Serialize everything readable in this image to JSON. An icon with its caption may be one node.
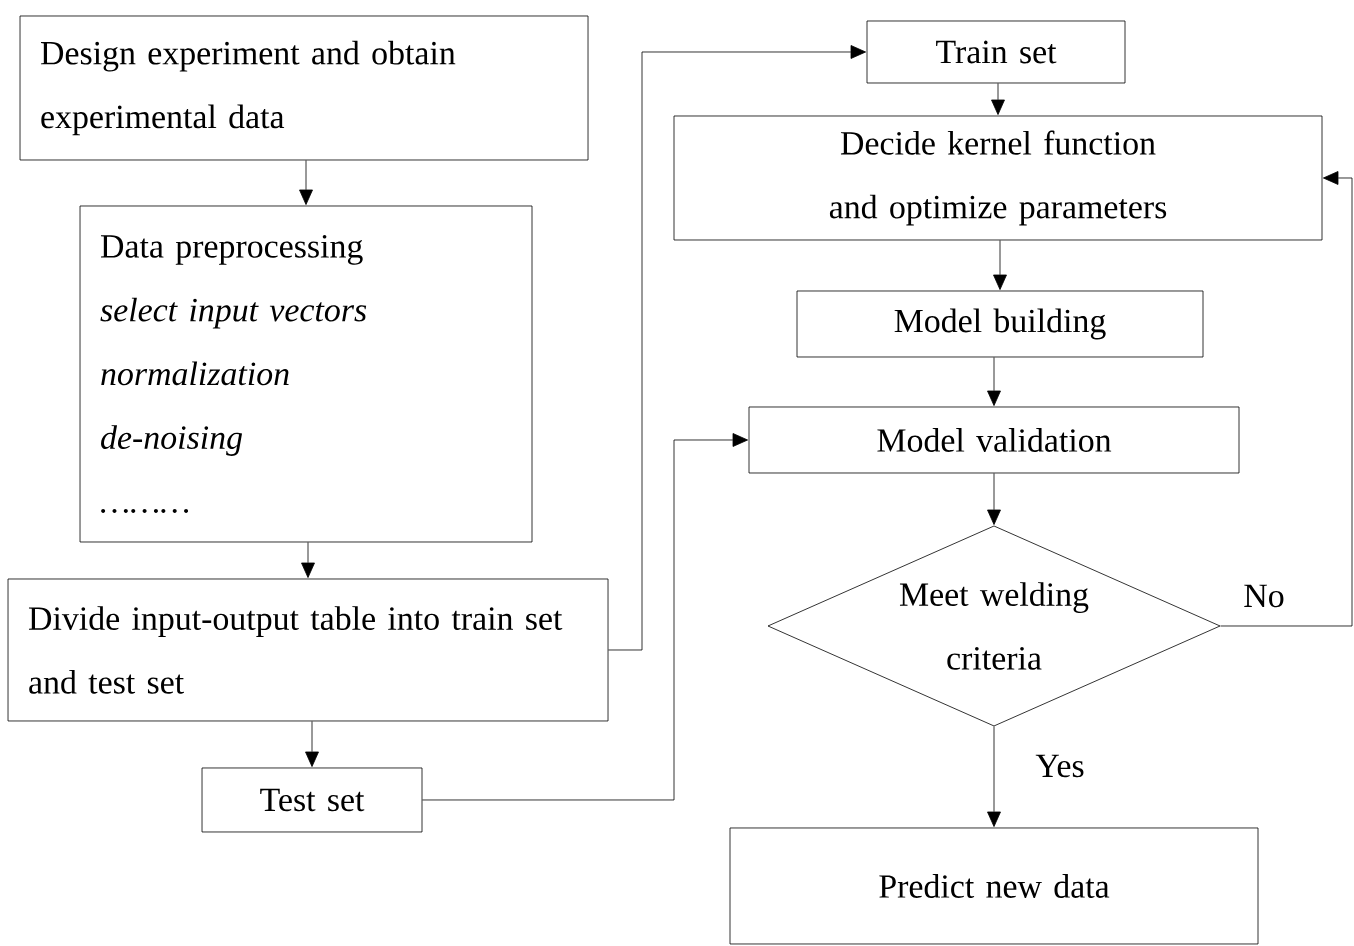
{
  "diagram": {
    "nodes": [
      {
        "text": [
          "Design experiment and obtain experimental data"
        ]
      },
      {
        "text": [
          "Data preprocessing",
          "select input vectors",
          "normalization",
          "de-noising",
          "………"
        ]
      },
      {
        "text": [
          "Divide input-output table into train set and test set"
        ]
      },
      {
        "text": [
          "Test set"
        ]
      },
      {
        "text": [
          "Train set"
        ]
      },
      {
        "text": [
          "Decide kernel function and optimize parameters"
        ]
      },
      {
        "text": [
          "Model building"
        ]
      },
      {
        "text": [
          "Model validation"
        ]
      },
      {
        "text": [
          "Meet welding criteria"
        ]
      },
      {
        "text": [
          "Predict new data"
        ]
      }
    ],
    "edges": [
      {
        "from": 0,
        "to": 1,
        "arrow": "to"
      },
      {
        "from": 1,
        "to": 2,
        "arrow": "to"
      },
      {
        "from": 2,
        "to": 3,
        "arrow": "to"
      },
      {
        "from": 2,
        "to": 4,
        "arrow": "to"
      },
      {
        "from": 3,
        "to": 7,
        "arrow": "to"
      },
      {
        "from": 4,
        "to": 5,
        "arrow": "to"
      },
      {
        "from": 5,
        "to": 6,
        "arrow": "to"
      },
      {
        "from": 6,
        "to": 7,
        "arrow": "to"
      },
      {
        "from": 7,
        "to": 8,
        "arrow": "to"
      },
      {
        "from": 8,
        "to": 9,
        "arrow": "to",
        "label": "Yes"
      },
      {
        "from": 8,
        "to": 5,
        "arrow": "to",
        "label": "No"
      }
    ]
  }
}
